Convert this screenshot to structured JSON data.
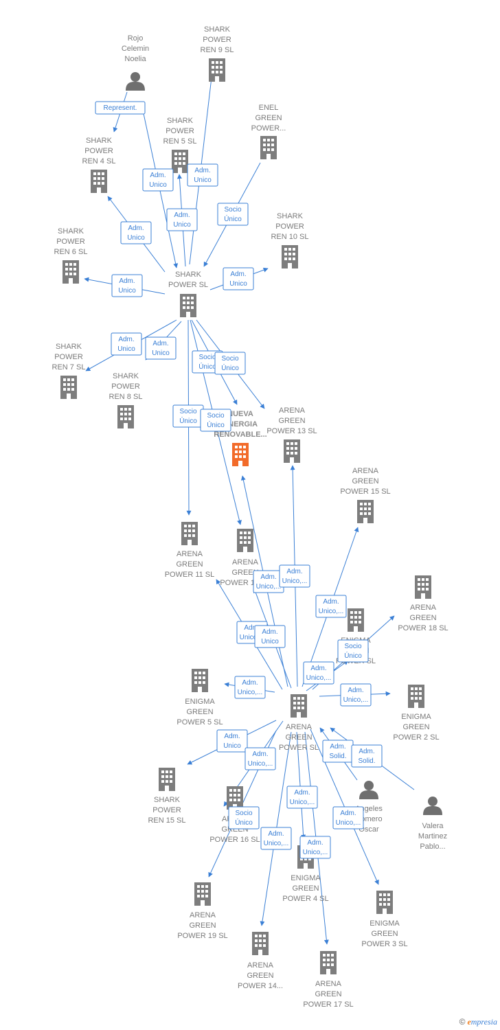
{
  "colors": {
    "edge": "#3a7fd5",
    "building": "#7d7d7d",
    "highlight": "#f26b2a",
    "person": "#6f6f6f"
  },
  "nodes": [
    {
      "id": "rojo",
      "kind": "person",
      "label": [
        "Rojo",
        "Celemin",
        "Noelia"
      ]
    },
    {
      "id": "sp9",
      "kind": "company",
      "label": [
        "SHARK",
        "POWER",
        "REN 9  SL"
      ]
    },
    {
      "id": "enel",
      "kind": "company",
      "label": [
        "ENEL",
        "GREEN",
        "POWER..."
      ]
    },
    {
      "id": "sp5",
      "kind": "company",
      "label": [
        "SHARK",
        "POWER",
        "REN 5  SL"
      ]
    },
    {
      "id": "sp4",
      "kind": "company",
      "label": [
        "SHARK",
        "POWER",
        "REN 4  SL"
      ]
    },
    {
      "id": "sp10",
      "kind": "company",
      "label": [
        "SHARK",
        "POWER",
        "REN 10  SL"
      ]
    },
    {
      "id": "sp6",
      "kind": "company",
      "label": [
        "SHARK",
        "POWER",
        "REN 6  SL"
      ]
    },
    {
      "id": "sp",
      "kind": "company",
      "label": [
        "SHARK",
        "POWER  SL"
      ]
    },
    {
      "id": "sp7",
      "kind": "company",
      "label": [
        "SHARK",
        "POWER",
        "REN 7  SL"
      ]
    },
    {
      "id": "sp8",
      "kind": "company",
      "label": [
        "SHARK",
        "POWER",
        "REN 8  SL"
      ]
    },
    {
      "id": "nueva",
      "kind": "company",
      "highlight": true,
      "label": [
        "NUEVA",
        "ENERGIA",
        "RENOVABLE..."
      ]
    },
    {
      "id": "ag13",
      "kind": "company",
      "label": [
        "ARENA",
        "GREEN",
        "POWER 13  SL"
      ]
    },
    {
      "id": "ag15",
      "kind": "company",
      "label": [
        "ARENA",
        "GREEN",
        "POWER 15  SL"
      ]
    },
    {
      "id": "ag11",
      "kind": "company",
      "label": [
        "ARENA",
        "GREEN",
        "POWER 11  SL"
      ]
    },
    {
      "id": "ag12",
      "kind": "company",
      "label": [
        "ARENA",
        "GREEN",
        "POWER 12  SL"
      ]
    },
    {
      "id": "ag18",
      "kind": "company",
      "label": [
        "ARENA",
        "GREEN",
        "POWER 18  SL"
      ]
    },
    {
      "id": "eg",
      "kind": "company",
      "label": [
        "ENIGMA",
        "GREEN",
        "POWER  SL"
      ]
    },
    {
      "id": "eg5",
      "kind": "company",
      "label": [
        "ENIGMA",
        "GREEN",
        "POWER 5  SL"
      ]
    },
    {
      "id": "eg2",
      "kind": "company",
      "label": [
        "ENIGMA",
        "GREEN",
        "POWER 2  SL"
      ]
    },
    {
      "id": "ag",
      "kind": "company",
      "label": [
        "ARENA",
        "GREEN",
        "POWER  SL"
      ]
    },
    {
      "id": "sp15",
      "kind": "company",
      "label": [
        "SHARK",
        "POWER",
        "REN 15  SL"
      ]
    },
    {
      "id": "ag16",
      "kind": "company",
      "label": [
        "ARENA",
        "GREEN",
        "POWER 16  SL"
      ]
    },
    {
      "id": "angeles",
      "kind": "person",
      "label": [
        "Angeles",
        "Romero",
        "Oscar"
      ]
    },
    {
      "id": "valera",
      "kind": "person",
      "label": [
        "Valera",
        "Martinez",
        "Pablo..."
      ]
    },
    {
      "id": "eg4",
      "kind": "company",
      "label": [
        "ENIGMA",
        "GREEN",
        "POWER 4  SL"
      ]
    },
    {
      "id": "ag19",
      "kind": "company",
      "label": [
        "ARENA",
        "GREEN",
        "POWER 19  SL"
      ]
    },
    {
      "id": "ag14",
      "kind": "company",
      "label": [
        "ARENA",
        "GREEN",
        "POWER 14..."
      ]
    },
    {
      "id": "ag17",
      "kind": "company",
      "label": [
        "ARENA",
        "GREEN",
        "POWER 17  SL"
      ]
    },
    {
      "id": "eg3",
      "kind": "company",
      "label": [
        "ENIGMA",
        "GREEN",
        "POWER 3  SL"
      ]
    }
  ],
  "edges": [
    {
      "from": "rojo",
      "to": "sp4",
      "label": [
        "Represent."
      ]
    },
    {
      "from": "rojo",
      "to": "sp",
      "label": [
        "Adm.",
        "Unico"
      ]
    },
    {
      "from": "sp",
      "to": "sp9",
      "label": [
        "Adm.",
        "Unico"
      ]
    },
    {
      "from": "sp",
      "to": "sp5",
      "label": [
        "Adm.",
        "Unico"
      ]
    },
    {
      "from": "enel",
      "to": "sp",
      "label": [
        "Socio",
        "Único"
      ]
    },
    {
      "from": "sp",
      "to": "sp4",
      "label": [
        "Adm.",
        "Unico"
      ]
    },
    {
      "from": "sp",
      "to": "sp10",
      "label": [
        "Adm.",
        "Unico"
      ]
    },
    {
      "from": "sp",
      "to": "sp6",
      "label": [
        "Adm.",
        "Unico"
      ]
    },
    {
      "from": "sp",
      "to": "sp7",
      "label": [
        "Adm.",
        "Unico"
      ]
    },
    {
      "from": "sp",
      "to": "sp8",
      "label": [
        "Adm.",
        "Unico"
      ]
    },
    {
      "from": "sp",
      "to": "nueva",
      "label": [
        "Socio",
        "Único"
      ]
    },
    {
      "from": "sp",
      "to": "ag13",
      "label": [
        "Socio",
        "Único"
      ]
    },
    {
      "from": "sp",
      "to": "ag11",
      "label": [
        "Socio",
        "Único"
      ]
    },
    {
      "from": "sp",
      "to": "ag12",
      "label": [
        "Socio",
        "Único"
      ]
    },
    {
      "from": "ag",
      "to": "nueva",
      "label": [
        "Adm.",
        "Unico,..."
      ]
    },
    {
      "from": "ag",
      "to": "ag11",
      "label": [
        "Adm.",
        "Unico,..."
      ]
    },
    {
      "from": "ag",
      "to": "ag12",
      "label": [
        "Adm.",
        "Unico"
      ]
    },
    {
      "from": "ag",
      "to": "ag13",
      "label": [
        "Adm.",
        "Unico,..."
      ]
    },
    {
      "from": "ag",
      "to": "ag15",
      "label": [
        "Adm.",
        "Unico,..."
      ]
    },
    {
      "from": "ag",
      "to": "ag18",
      "label": [
        "Socio",
        "Único"
      ]
    },
    {
      "from": "ag",
      "to": "eg",
      "label": [
        "Adm.",
        "Unico,..."
      ]
    },
    {
      "from": "ag",
      "to": "eg5",
      "label": [
        "Adm.",
        "Unico,..."
      ]
    },
    {
      "from": "ag",
      "to": "eg2",
      "label": [
        "Adm.",
        "Unico,..."
      ]
    },
    {
      "from": "ag",
      "to": "sp15",
      "label": [
        "Adm.",
        "Unico"
      ]
    },
    {
      "from": "ag",
      "to": "ag16",
      "label": [
        "Adm.",
        "Unico,..."
      ]
    },
    {
      "from": "ag",
      "to": "ag19",
      "label": [
        "Socio",
        "Único"
      ]
    },
    {
      "from": "ag",
      "to": "ag14",
      "label": [
        "Adm.",
        "Unico,..."
      ]
    },
    {
      "from": "ag",
      "to": "eg4",
      "label": [
        "Adm.",
        "Unico,..."
      ]
    },
    {
      "from": "ag",
      "to": "ag17",
      "label": [
        "Adm.",
        "Unico,..."
      ]
    },
    {
      "from": "ag",
      "to": "eg3",
      "label": [
        "Adm.",
        "Unico,..."
      ]
    },
    {
      "from": "angeles",
      "to": "ag",
      "label": [
        "Adm.",
        "Solid."
      ]
    },
    {
      "from": "valera",
      "to": "ag",
      "label": [
        "Adm.",
        "Solid."
      ]
    }
  ],
  "footer": {
    "copyright": "©",
    "brand_initial": "e",
    "brand_rest": "mpresia"
  }
}
